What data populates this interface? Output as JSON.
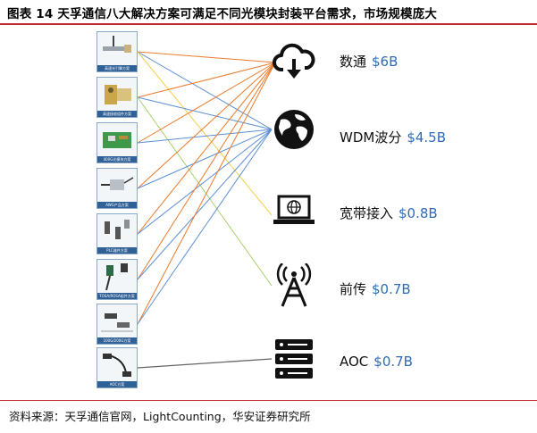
{
  "title": "图表 14 天孚通信八大解决方案可满足不同光模块封装平台需求，市场规模庞大",
  "source": "资料来源：天孚通信官网，LightCounting，华安证券研究所",
  "thumbnails": [
    {
      "caption": "高速光引擎方案",
      "icon": "connector-cable-icon"
    },
    {
      "caption": "高速接收组件方案",
      "icon": "optical-lens-icon"
    },
    {
      "caption": "400G光模块方案",
      "icon": "circuit-board-icon"
    },
    {
      "caption": "AWG产品方案",
      "icon": "fiber-array-icon"
    },
    {
      "caption": "PLC器件方案",
      "icon": "plc-device-icon"
    },
    {
      "caption": "TOSA/ROSA组件方案",
      "icon": "tosa-rosa-icon"
    },
    {
      "caption": "100G/200G方案",
      "icon": "transceiver-icon"
    },
    {
      "caption": "AOC方案",
      "icon": "aoc-cable-icon"
    }
  ],
  "markets": [
    {
      "name": "数通",
      "value": "$6B",
      "icon": "cloud-download-icon"
    },
    {
      "name": "WDM波分",
      "value": "$4.5B",
      "icon": "globe-icon"
    },
    {
      "name": "宽带接入",
      "value": "$0.8B",
      "icon": "laptop-globe-icon"
    },
    {
      "name": "前传",
      "value": "$0.7B",
      "icon": "signal-tower-icon"
    },
    {
      "name": "AOC",
      "value": "$0.7B",
      "icon": "server-rack-icon"
    }
  ],
  "colors": {
    "accent_red": "#c0272d",
    "value_blue": "#2f6bb8",
    "link_orange": "#ec7b2b",
    "link_blue": "#5b8fd4",
    "link_yellow": "#f1d04a",
    "link_green": "#a9cf6b",
    "link_gray": "#666666"
  }
}
